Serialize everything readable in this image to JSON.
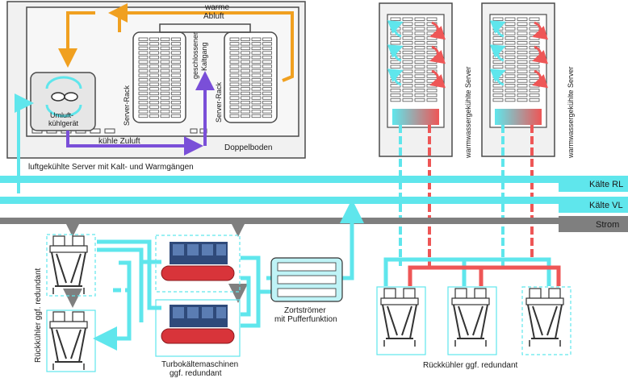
{
  "colors": {
    "cold": "#5fe6ec",
    "cold_dark": "#27c3cc",
    "warm": "#ee5656",
    "exhaust": "#f0a020",
    "supply": "#7a4fd8",
    "power": "#7f7f7f",
    "frame": "#4a4a4a",
    "room": "#f1f1f1"
  },
  "icons": {
    "fan": "fan-icon",
    "cooler": "dry-cooler-icon",
    "chiller": "turbo-chiller-icon",
    "buffer": "buffer-tank-icon",
    "rack": "server-rack-icon"
  },
  "room": {
    "caption": "luftgekühlte Server mit Kalt- und Warmgängen",
    "exhaust_label_1": "warme",
    "exhaust_label_2": "Abluft",
    "crac_label_1": "Umluft-",
    "crac_label_2": "kühlgerät",
    "rack_label_left": "Server-Rack",
    "rack_label_right": "Server-Rack",
    "aisle_label_1": "geschlossener",
    "aisle_label_2": "Kaltgang",
    "supply_label": "kühle Zuluft",
    "floor_label": "Doppelboden"
  },
  "water_racks": [
    {
      "label": "warmwassergekühlte Server"
    },
    {
      "label": "warmwassergekühlte Server"
    }
  ],
  "lines": {
    "return": "Kälte RL",
    "flow": "Kälte VL",
    "power": "Strom"
  },
  "plant": {
    "coolers_left_label": "Rückkühler ggf. redundant",
    "chillers_label_1": "Turbokältemaschinen",
    "chillers_label_2": "ggf. redundant",
    "buffer_label_1": "Zortströmer",
    "buffer_label_2": "mit Pufferfunktion",
    "coolers_right_label": "Rückkühler ggf. redundant"
  }
}
